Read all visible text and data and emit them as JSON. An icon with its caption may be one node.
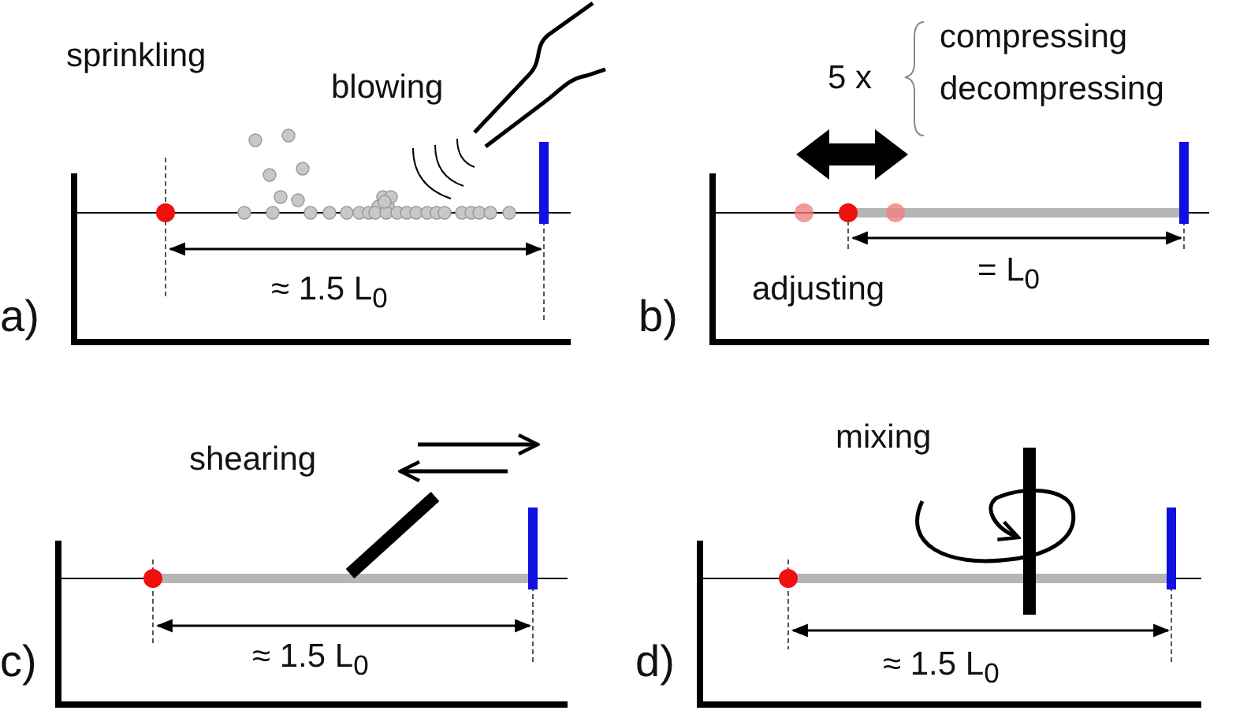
{
  "diagram": {
    "labels": [
      "sprinkling",
      "blowing",
      "≈ 1.5  L$_{0}$",
      "a)",
      "5 x",
      "compressing",
      "decompressing",
      "adjusting",
      "= L$_{0}$",
      "b)",
      "shearing",
      "≈ 1.5  L$_{0}$",
      "c)",
      "mixing",
      "≈ 1.5  L$_{0}$",
      "d)"
    ]
  }
}
